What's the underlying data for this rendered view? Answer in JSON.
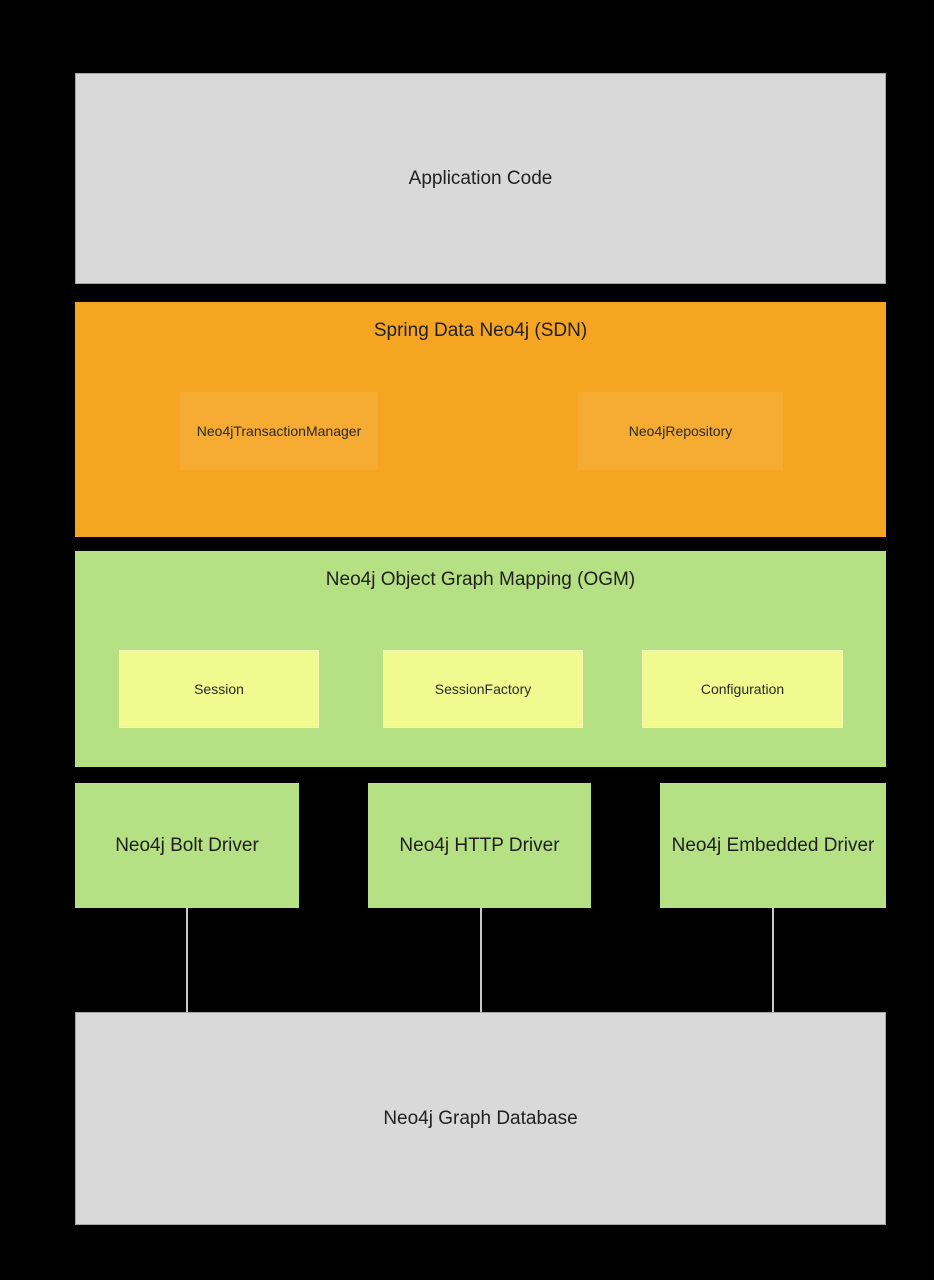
{
  "colors": {
    "background": "#000000",
    "gray_box": "#d9d9d9",
    "gray_border": "#a6a6a6",
    "sdn_orange": "#f5a522",
    "sdn_component_orange": "#f6ab33",
    "ogm_green": "#b6e084",
    "ogm_component_yellow": "#f0fa8e",
    "driver_green": "#b6e084",
    "connector_line": "#c9c9c9",
    "text_dark": "#1f1f1f"
  },
  "diagram": {
    "application": {
      "label": "Application Code"
    },
    "sdn": {
      "title": "Spring Data Neo4j (SDN)",
      "components": [
        {
          "label": "Neo4jTransactionManager"
        },
        {
          "label": "Neo4jRepository"
        }
      ]
    },
    "ogm": {
      "title": "Neo4j Object Graph Mapping (OGM)",
      "components": [
        {
          "label": "Session"
        },
        {
          "label": "SessionFactory"
        },
        {
          "label": "Configuration"
        }
      ]
    },
    "drivers": [
      {
        "label": "Neo4j Bolt Driver"
      },
      {
        "label": "Neo4j HTTP Driver"
      },
      {
        "label": "Neo4j Embedded Driver"
      }
    ],
    "database": {
      "label": "Neo4j Graph Database"
    }
  }
}
